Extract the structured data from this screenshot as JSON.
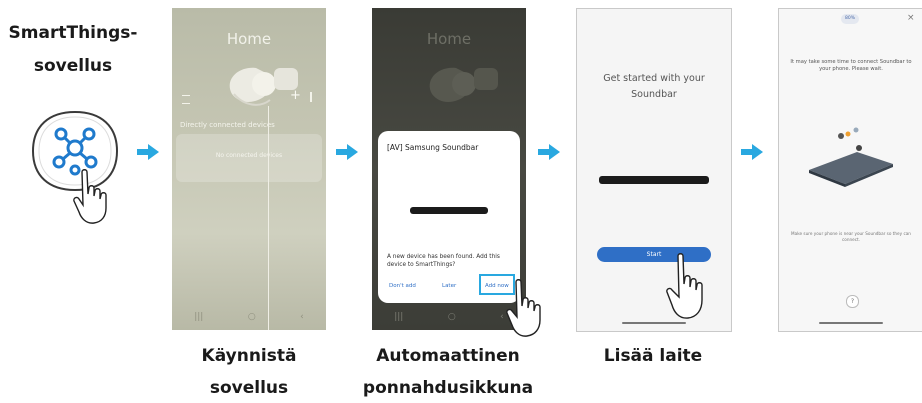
{
  "app_label": {
    "line1": "SmartThings-",
    "line2": "sovellus"
  },
  "steps": [
    {
      "caption_line1": "Käynnistä",
      "caption_line2": "sovellus"
    },
    {
      "caption_line1": "Automaattinen",
      "caption_line2": "ponnahdusikkuna"
    },
    {
      "caption_line1": "Lisää laite",
      "caption_line2": ""
    }
  ],
  "screen1": {
    "title": "Home",
    "connected_devices": "Directly connected devices",
    "no_devices": "No connected devices",
    "plus": "+"
  },
  "screen2": {
    "title": "Home",
    "dialog_title": "[AV] Samsung Soundbar",
    "dialog_message": "A new device has been found. Add this device to SmartThings?",
    "btn_dont_add": "Don't add",
    "btn_later": "Later",
    "btn_add_now": "Add now"
  },
  "screen3": {
    "heading": "Get started with your Soundbar",
    "start_button": "Start"
  },
  "screen4": {
    "badge": "80%",
    "close": "×",
    "message": "It may take some time to connect Soundbar to your phone. Please wait.",
    "hint": "Make sure your phone is near your Soundbar so they can connect.",
    "help": "?"
  },
  "nav": {
    "recent": "|||",
    "home": "○",
    "back": "‹"
  },
  "colors": {
    "arrow": "#29a8e0",
    "highlight": "#29a8e0",
    "start_button": "#2f6fc6"
  }
}
